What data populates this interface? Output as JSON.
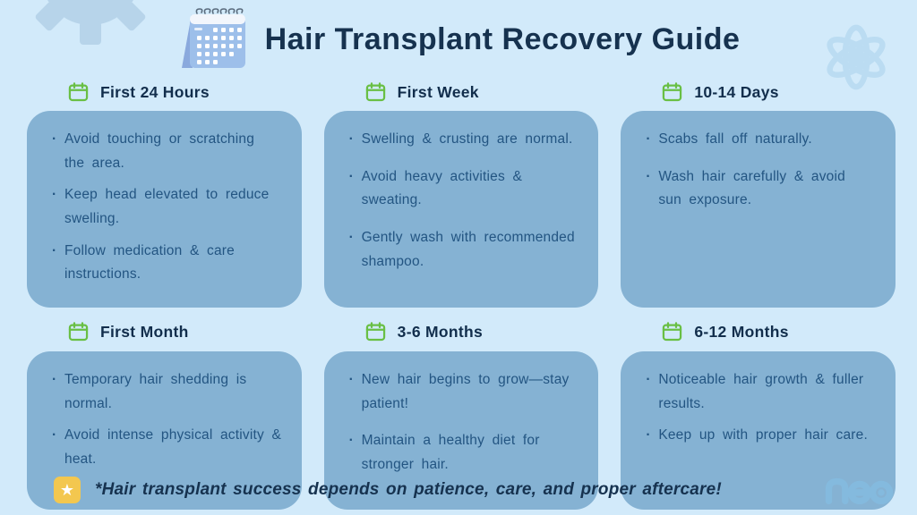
{
  "header": {
    "title": "Hair Transplant Recovery Guide"
  },
  "cards": [
    {
      "title": "First 24 Hours",
      "bullets": [
        "Avoid touching or scratching the area.",
        "Keep head elevated to reduce swelling.",
        "Follow medication & care instructions."
      ]
    },
    {
      "title": "First Week",
      "bullets": [
        "Swelling & crusting are normal.",
        "Avoid heavy activities & sweating.",
        "Gently wash with recommended shampoo."
      ]
    },
    {
      "title": "10-14 Days",
      "bullets": [
        "Scabs fall off naturally.",
        "Wash hair carefully & avoid sun exposure."
      ]
    },
    {
      "title": "First Month",
      "bullets": [
        "Temporary hair shedding is normal.",
        "Avoid intense physical activity & heat."
      ]
    },
    {
      "title": "3-6 Months",
      "bullets": [
        "New hair begins to grow—stay patient!",
        "Maintain a healthy diet for stronger hair."
      ]
    },
    {
      "title": "6-12 Months",
      "bullets": [
        "Noticeable hair growth & fuller results.",
        "Keep up with proper hair care."
      ]
    }
  ],
  "footer": {
    "note": "*Hair transplant success depends on patience, care, and proper aftercare!",
    "brand": "neo",
    "star_glyph": "★"
  },
  "icons": {
    "header_icon": "spiral-desk-calendar-icon",
    "card_icon": "green-calendar-icon",
    "decor_left": "gear-icon",
    "decor_right": "atom-icon"
  },
  "colors": {
    "background": "#d2eafa",
    "card": "#85b2d3",
    "heading": "#16324f",
    "body_text": "#235582",
    "accent_green": "#69bf44",
    "star_yellow": "#f3c74f",
    "logo_blue": "#84bade"
  }
}
